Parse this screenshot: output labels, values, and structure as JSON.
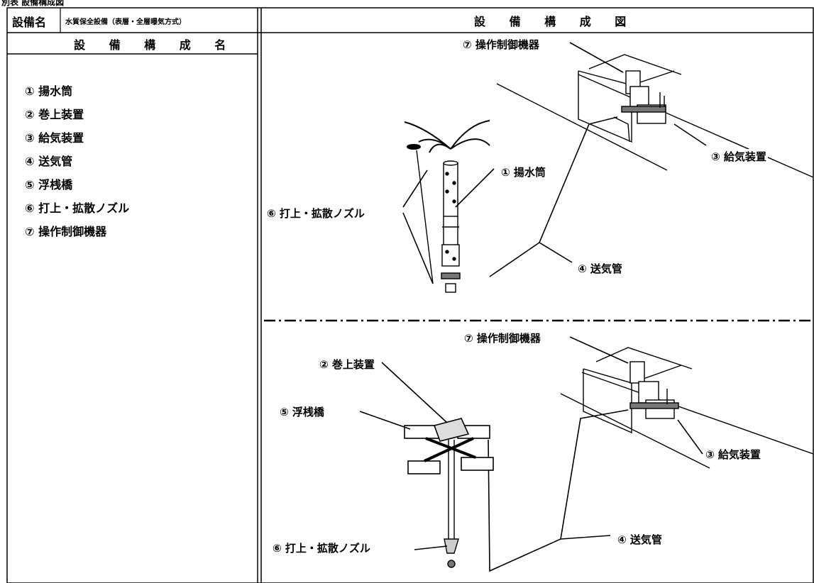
{
  "top_caption": "別表  設備構成図",
  "header": {
    "equipment_name_label": "設備名",
    "equipment_name_value": "水質保全設備（表層・全層曝気方式）",
    "diagram_title": "設 備 構 成 図"
  },
  "left_panel": {
    "title": "設 備 構 成 名",
    "items": [
      "① 揚水筒",
      "② 巻上装置",
      "③ 給気装置",
      "④ 送気管",
      "⑤ 浮桟橋",
      "⑥ 打上・拡散ノズル",
      "⑦ 操作制御機器"
    ]
  },
  "upper_diagram": {
    "label_control": "⑦ 操作制御機器",
    "label_air_supply": "③ 給気装置",
    "label_tube": "① 揚水筒",
    "label_nozzle": "⑥ 打上・拡散ノズル",
    "label_pipe": "④ 送気管"
  },
  "lower_diagram": {
    "label_control": "⑦ 操作制御機器",
    "label_winch": "② 巻上装置",
    "label_pontoon": "⑤ 浮桟橋",
    "label_air_supply": "③ 給気装置",
    "label_nozzle": "⑥ 打上・拡散ノズル",
    "label_pipe": "④ 送気管"
  }
}
